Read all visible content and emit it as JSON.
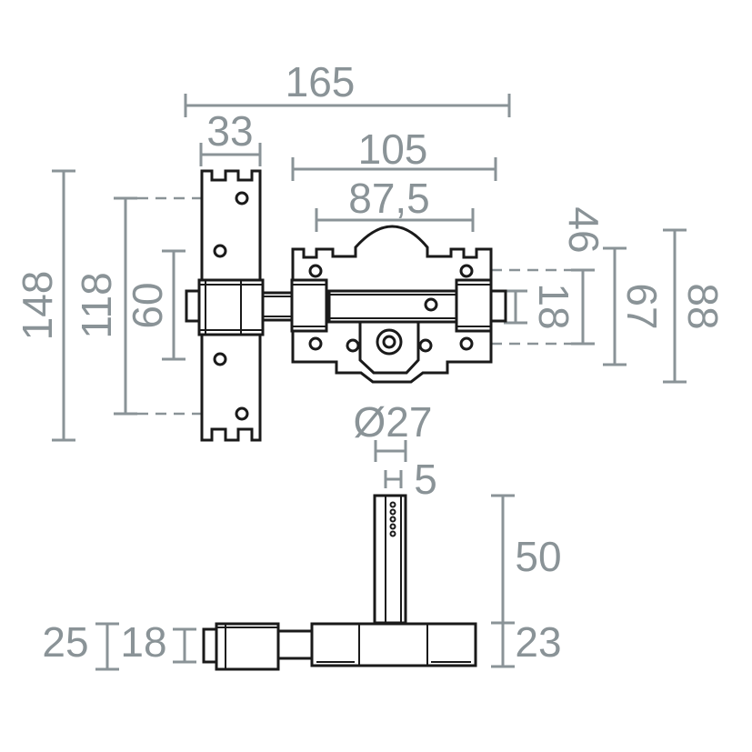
{
  "colors": {
    "dimension": "#8a9397",
    "outline": "#1a1a1a",
    "background": "#ffffff"
  },
  "dimensions": {
    "overall_width": "165",
    "plate_width": "33",
    "case_width": "105",
    "hole_spacing_width": "87,5",
    "case_height_46": "46",
    "bolt_height_18": "18",
    "case_height_67": "67",
    "case_height_88": "88",
    "plate_height": "148",
    "plate_hole_spacing": "118",
    "plate_inner": "60",
    "cylinder_diameter": "Ø27",
    "cam_width": "5",
    "cylinder_length": "50",
    "depth_23": "23",
    "depth_25": "25",
    "depth_18": "18"
  }
}
